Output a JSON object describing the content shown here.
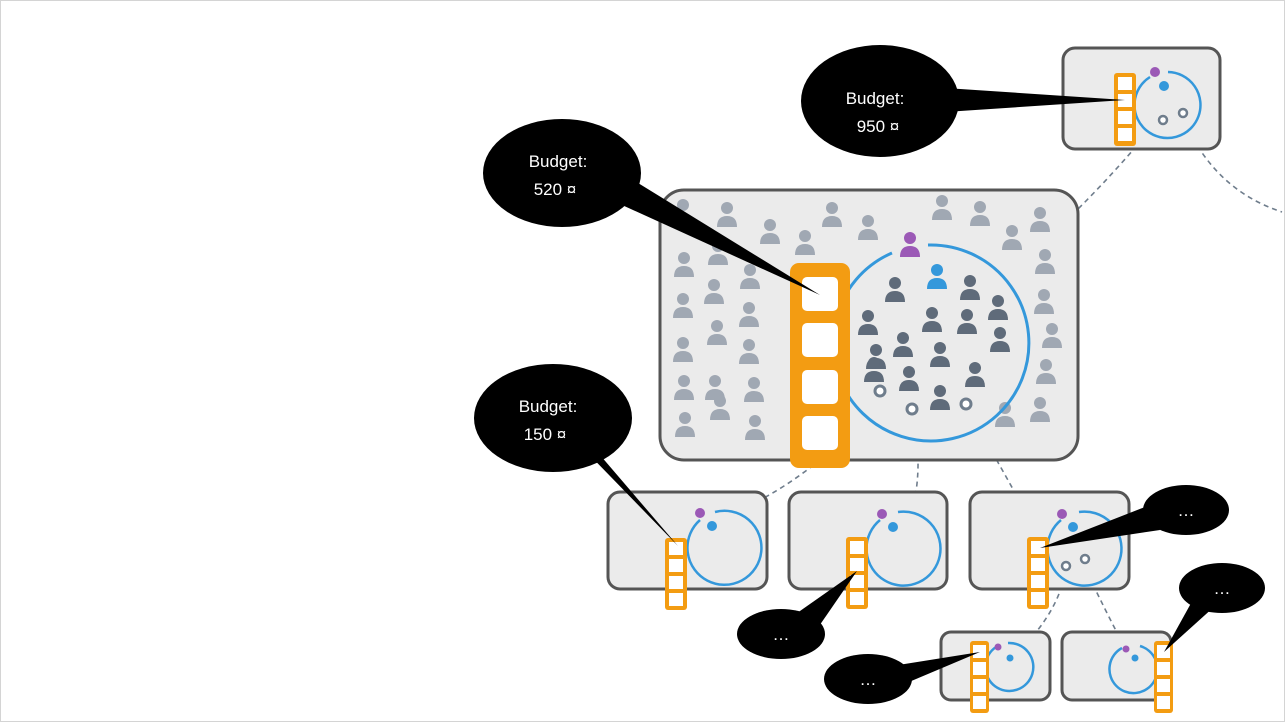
{
  "bubbles": {
    "top": {
      "line1": "Budget:",
      "line2": "950 ¤"
    },
    "main": {
      "line1": "Budget:",
      "line2": "520 ¤"
    },
    "left": {
      "line1": "Budget:",
      "line2": "150 ¤"
    },
    "ellipsis_a": "…",
    "ellipsis_b": "…",
    "ellipsis_c": "…",
    "ellipsis_d": "…"
  },
  "colors": {
    "orange": "#f39c12",
    "blue": "#3498db",
    "purple": "#9b59b6",
    "member_dark": "#5f6b7a",
    "member_light": "#a0a8b3",
    "box_fill": "#ebebeb",
    "box_stroke": "#555555",
    "dash": "#6f7d8c"
  }
}
